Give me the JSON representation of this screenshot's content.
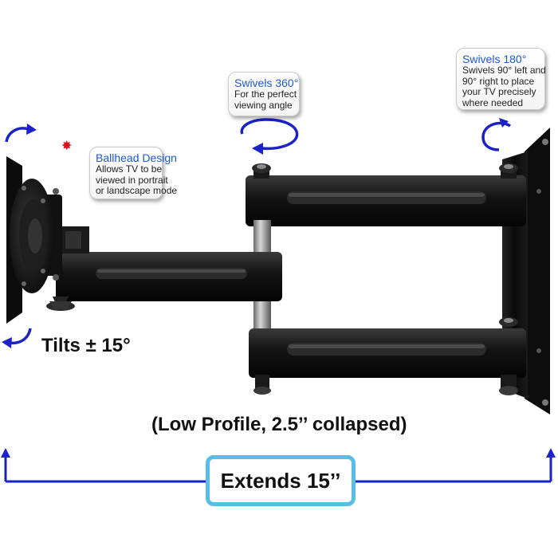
{
  "callouts": {
    "ballhead": {
      "title": "Ballhead Design",
      "lines": [
        "Allows TV to be",
        "viewed in portrait",
        "or landscape mode"
      ]
    },
    "swivel360": {
      "title": "Swivels 360°",
      "lines": [
        "For the perfect",
        "viewing angle"
      ]
    },
    "swivel180": {
      "title": "Swivels 180°",
      "lines": [
        "Swivels 90° left and",
        "90° right to place",
        "your TV precisely",
        "where needed"
      ]
    }
  },
  "labels": {
    "tilt": "Tilts ± 15°",
    "profile": "(Low Profile, 2.5’’ collapsed)",
    "extends": "Extends 15’’"
  },
  "colors": {
    "arrow_blue": "#1a22c8",
    "callout_title": "#1e5ad6",
    "extends_border": "#58bde8",
    "burst_red": "#d8141a",
    "mount_black": "#151515"
  },
  "icons": [
    "starburst-icon",
    "rotation-arrow-icon",
    "extension-arrow-icon"
  ]
}
